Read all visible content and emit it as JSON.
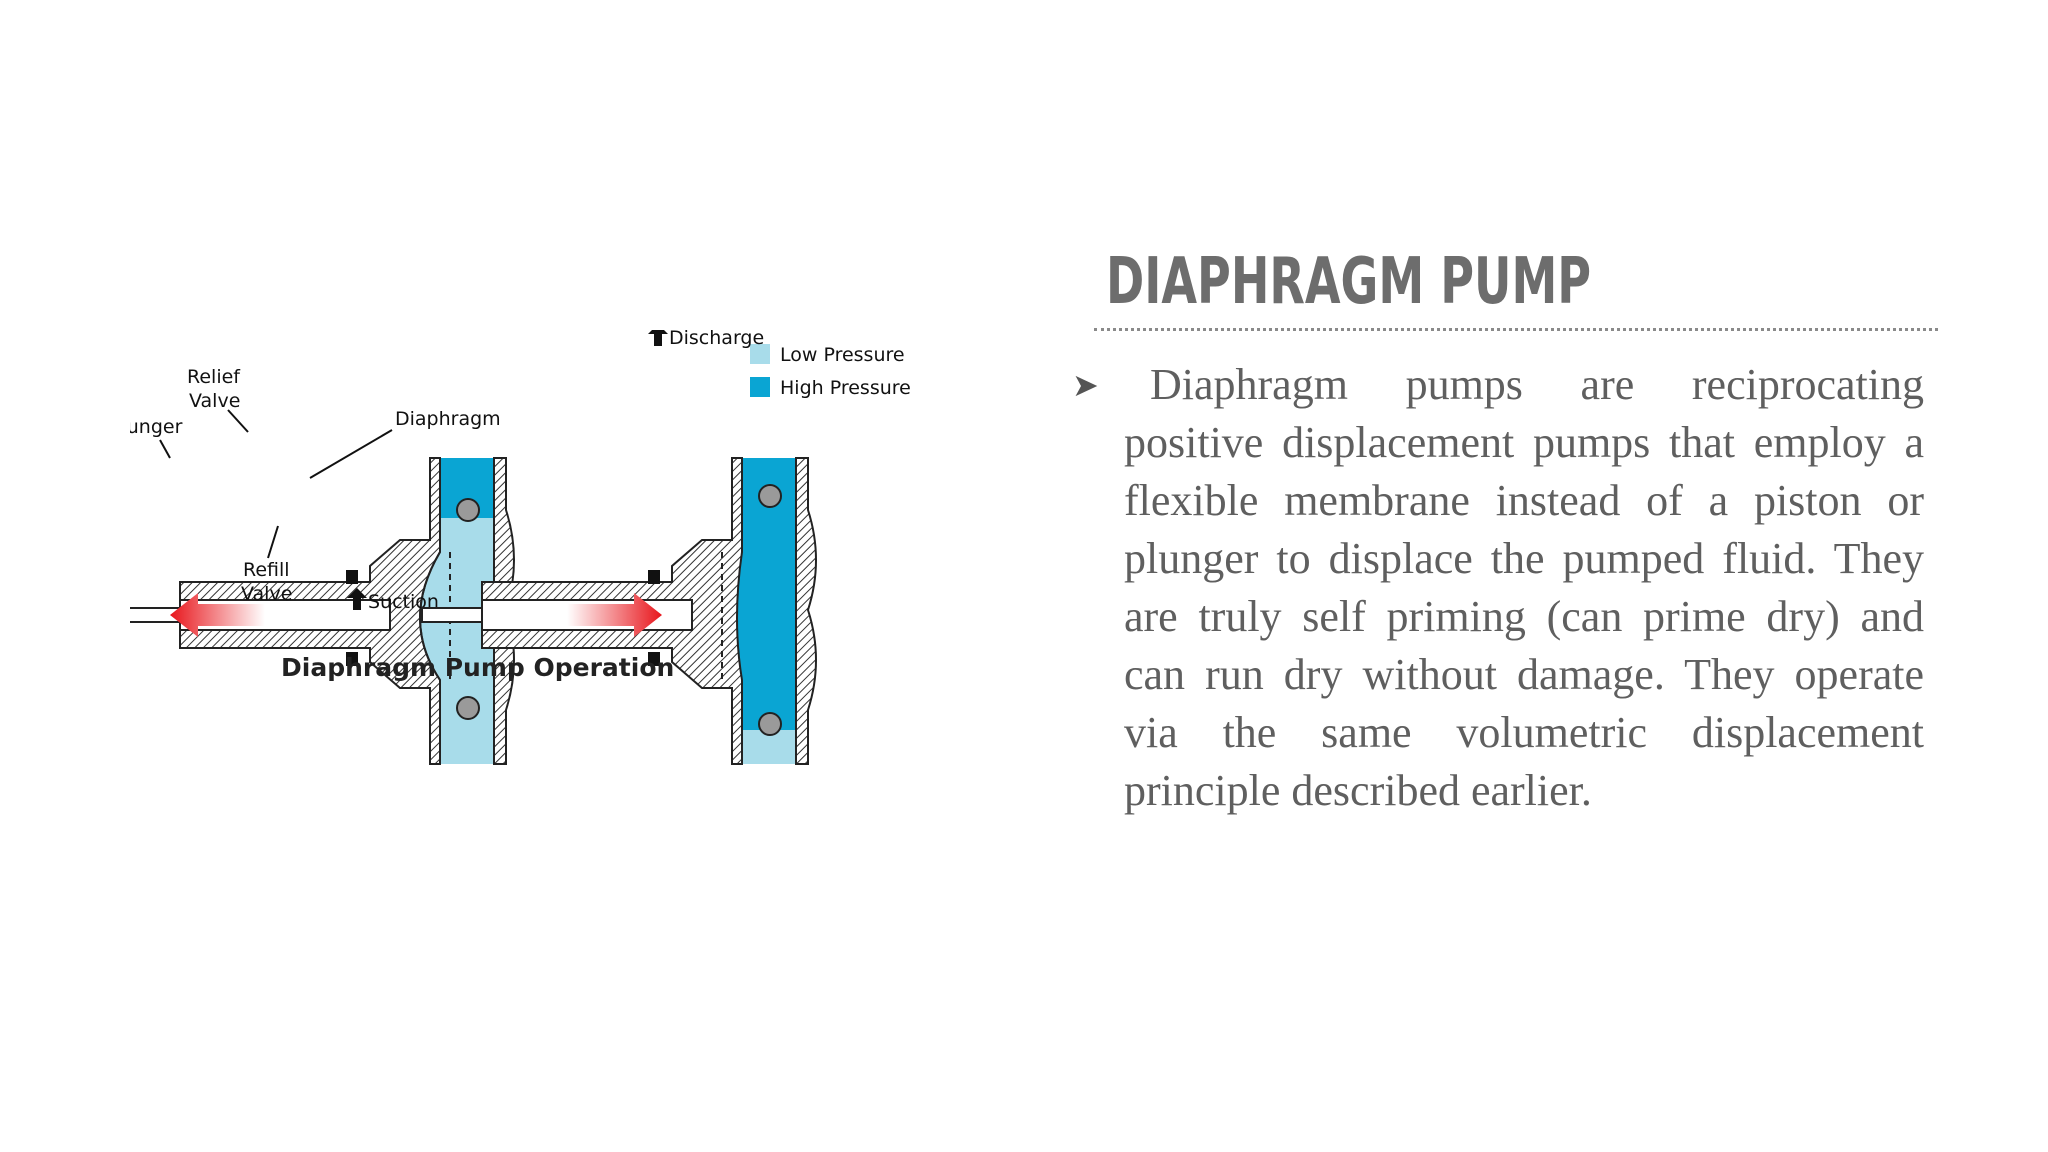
{
  "slide": {
    "title": "DIAPHRAGM PUMP",
    "bullet_marker": "➤",
    "body": "Diaphragm pumps are reciprocating positive displacement pumps that employ a flexible membrane instead of a piston or plunger to displace the pumped fluid. They are truly self priming (can prime dry) and can run dry without damage. They operate via the same volumetric displacement principle described earlier."
  },
  "figure": {
    "caption": "Diaphragm Pump Operation",
    "legend": {
      "low_pressure": "Low Pressure",
      "high_pressure": "High Pressure"
    },
    "labels": {
      "relief_valve_line1": "Relief",
      "relief_valve_line2": "Valve",
      "plunger": "Plunger",
      "diaphragm": "Diaphragm",
      "refill_valve_line1": "Refill",
      "refill_valve_line2": "Valve",
      "suction": "Suction",
      "discharge": "Discharge"
    },
    "colors": {
      "low_pressure": "#a8dcea",
      "high_pressure": "#0aa5d3",
      "arrow": "#e8161c",
      "body_hatch": "#444444",
      "ball": "#9a9a9a"
    }
  }
}
